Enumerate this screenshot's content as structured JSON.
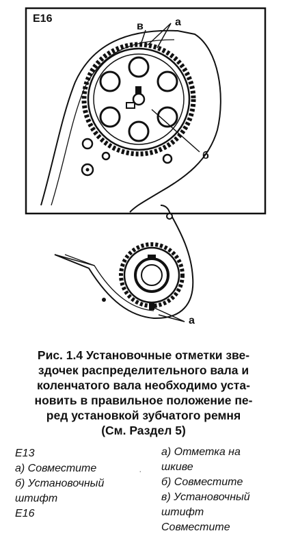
{
  "figure": {
    "top_panel_label": "E16",
    "top_labels": {
      "v": "в",
      "a": "а",
      "b": "б"
    },
    "bottom_labels": {
      "a": "а"
    }
  },
  "caption": {
    "lines": [
      "Рис. 1.4 Установочные отметки зве-",
      "здочек распределительного вала и",
      "коленчатого вала необходимо уста-",
      "новить в правильное положение пе-",
      "ред установкой зубчатого ремня",
      "(См. Раздел 5)"
    ]
  },
  "legend": {
    "left": [
      "E13",
      "а) Совместите",
      "б) Установочный",
      "штифт",
      "E16"
    ],
    "right": [
      "а) Отметка на",
      "шкиве",
      "б) Совместите",
      "в) Установочный",
      "штифт",
      "Совместите"
    ]
  },
  "colors": {
    "ink": "#111111",
    "paper": "#ffffff"
  }
}
